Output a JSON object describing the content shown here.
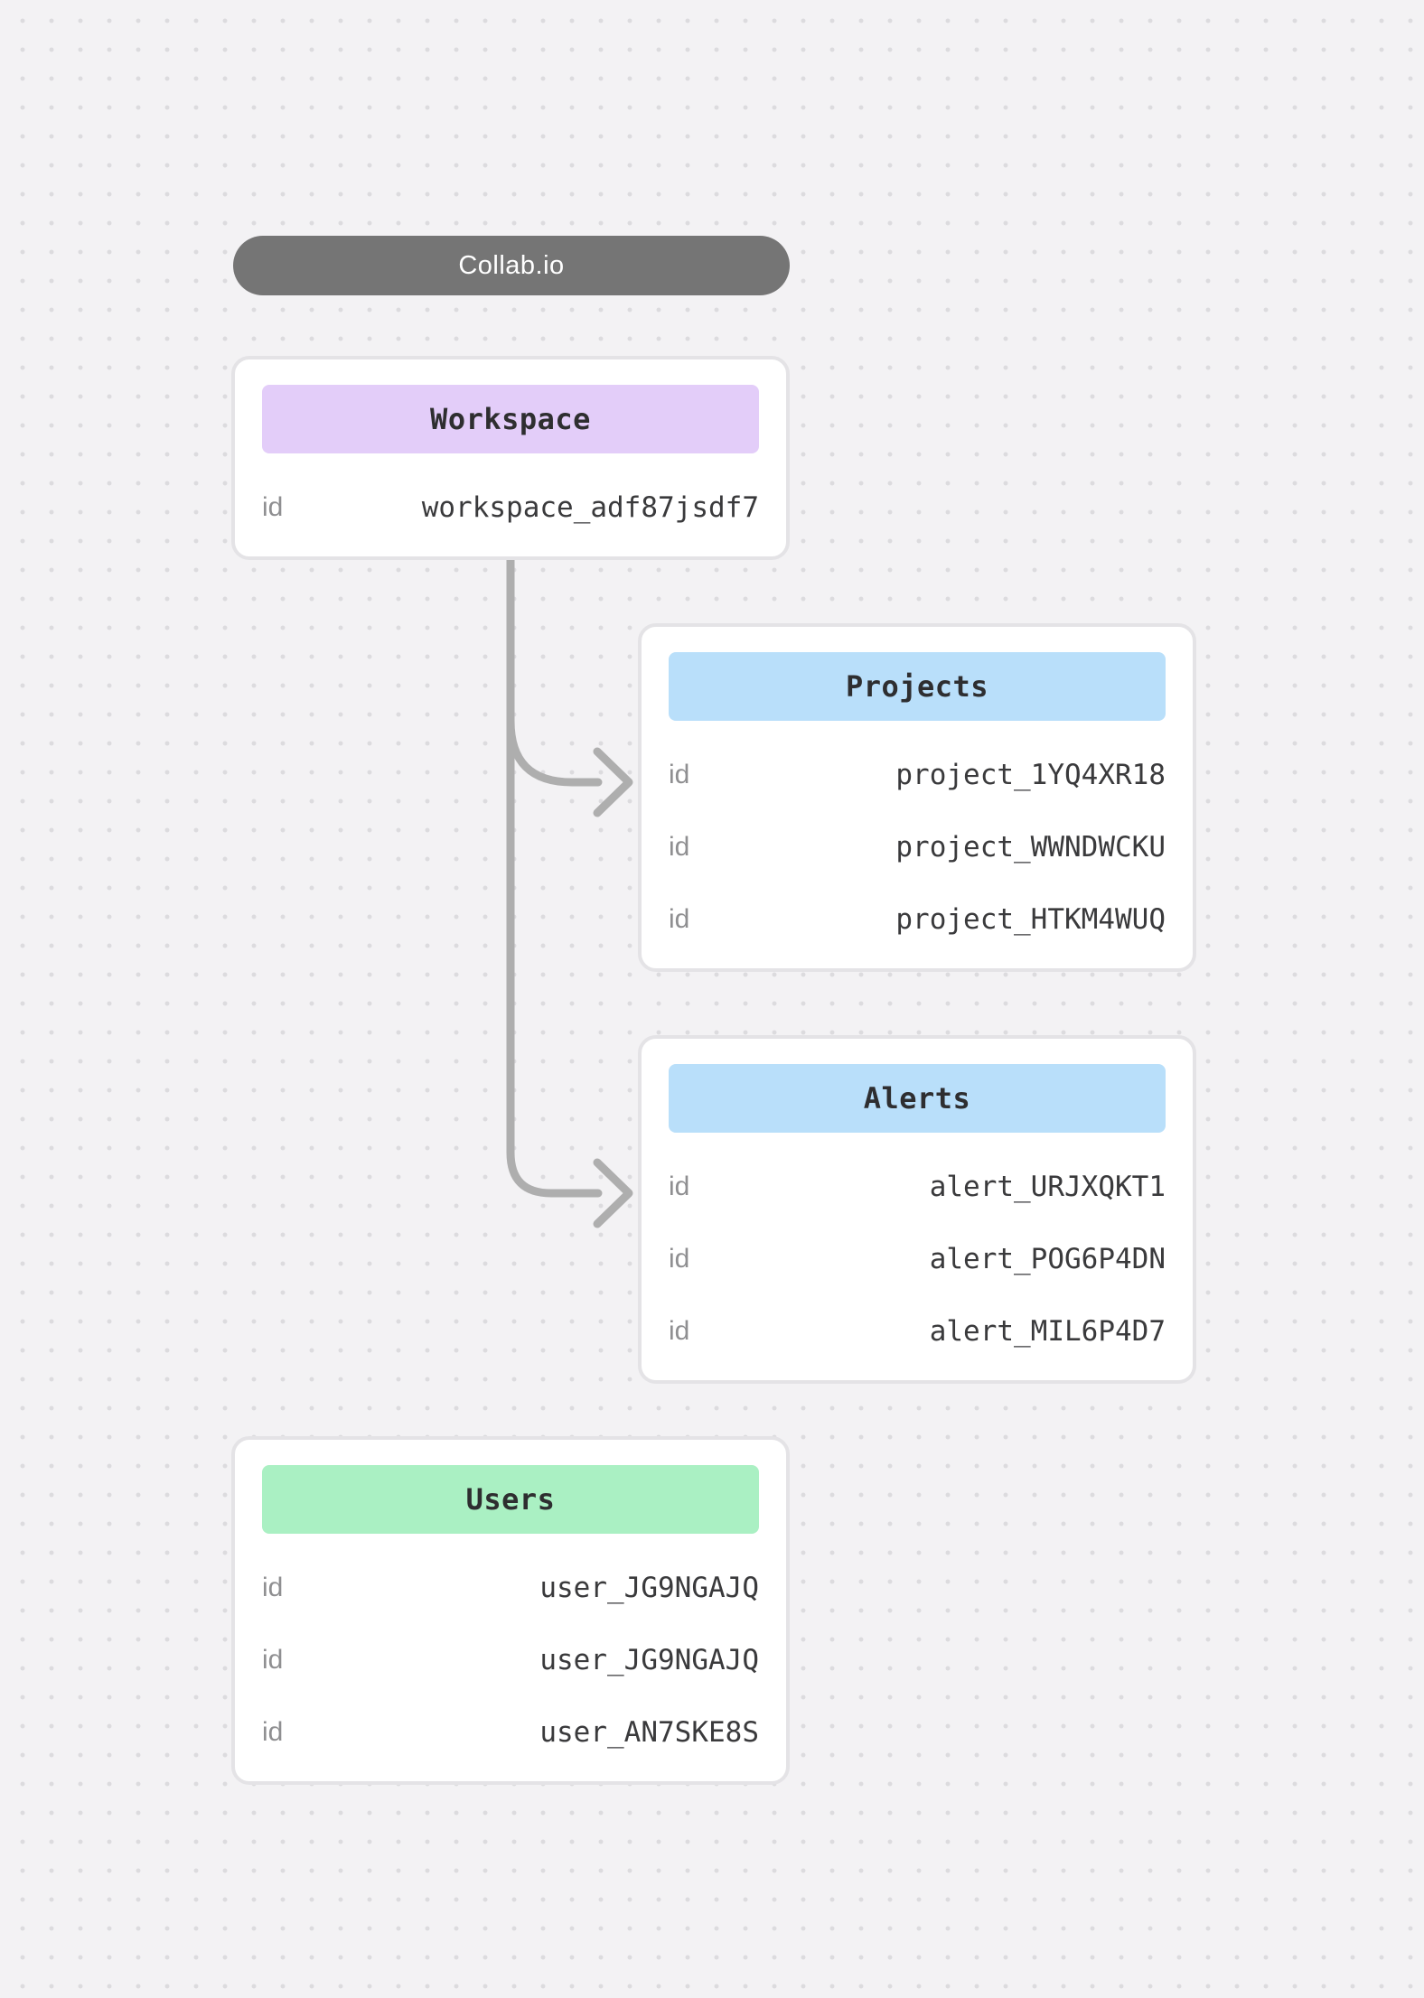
{
  "diagram": {
    "title": "Collab.io",
    "nodes": [
      {
        "name": "Workspace",
        "title": "Workspace",
        "header_color": "#e3cdf9",
        "rows": [
          {
            "key": "id",
            "value": "workspace_adf87jsdf7"
          }
        ]
      },
      {
        "name": "Projects",
        "title": "Projects",
        "header_color": "#b9dffa",
        "rows": [
          {
            "key": "id",
            "value": "project_1YQ4XR18"
          },
          {
            "key": "id",
            "value": "project_WWNDWCKU"
          },
          {
            "key": "id",
            "value": "project_HTKM4WUQ"
          }
        ]
      },
      {
        "name": "Alerts",
        "title": "Alerts",
        "header_color": "#b9dffa",
        "rows": [
          {
            "key": "id",
            "value": "alert_URJXQKT1"
          },
          {
            "key": "id",
            "value": "alert_POG6P4DN"
          },
          {
            "key": "id",
            "value": "alert_MIL6P4D7"
          }
        ]
      },
      {
        "name": "Users",
        "title": "Users",
        "header_color": "#aaf0c3",
        "rows": [
          {
            "key": "id",
            "value": "user_JG9NGAJQ"
          },
          {
            "key": "id",
            "value": "user_JG9NGAJQ"
          },
          {
            "key": "id",
            "value": "user_AN7SKE8S"
          }
        ]
      }
    ],
    "edges": [
      {
        "from": "Workspace",
        "to": "Projects"
      },
      {
        "from": "Workspace",
        "to": "Alerts"
      }
    ],
    "colors": {
      "background": "#f3f2f4",
      "grid_dot": "#dcdbde",
      "title_pill_bg": "#757575",
      "title_pill_text": "#ffffff",
      "card_bg": "#ffffff",
      "card_border": "#e4e3e6",
      "header_purple": "#e3cdf9",
      "header_blue": "#b9dffa",
      "header_green": "#aaf0c3",
      "key_text": "#8f8f91",
      "value_text": "#3a3a3c",
      "connector": "#aeaeae"
    }
  }
}
